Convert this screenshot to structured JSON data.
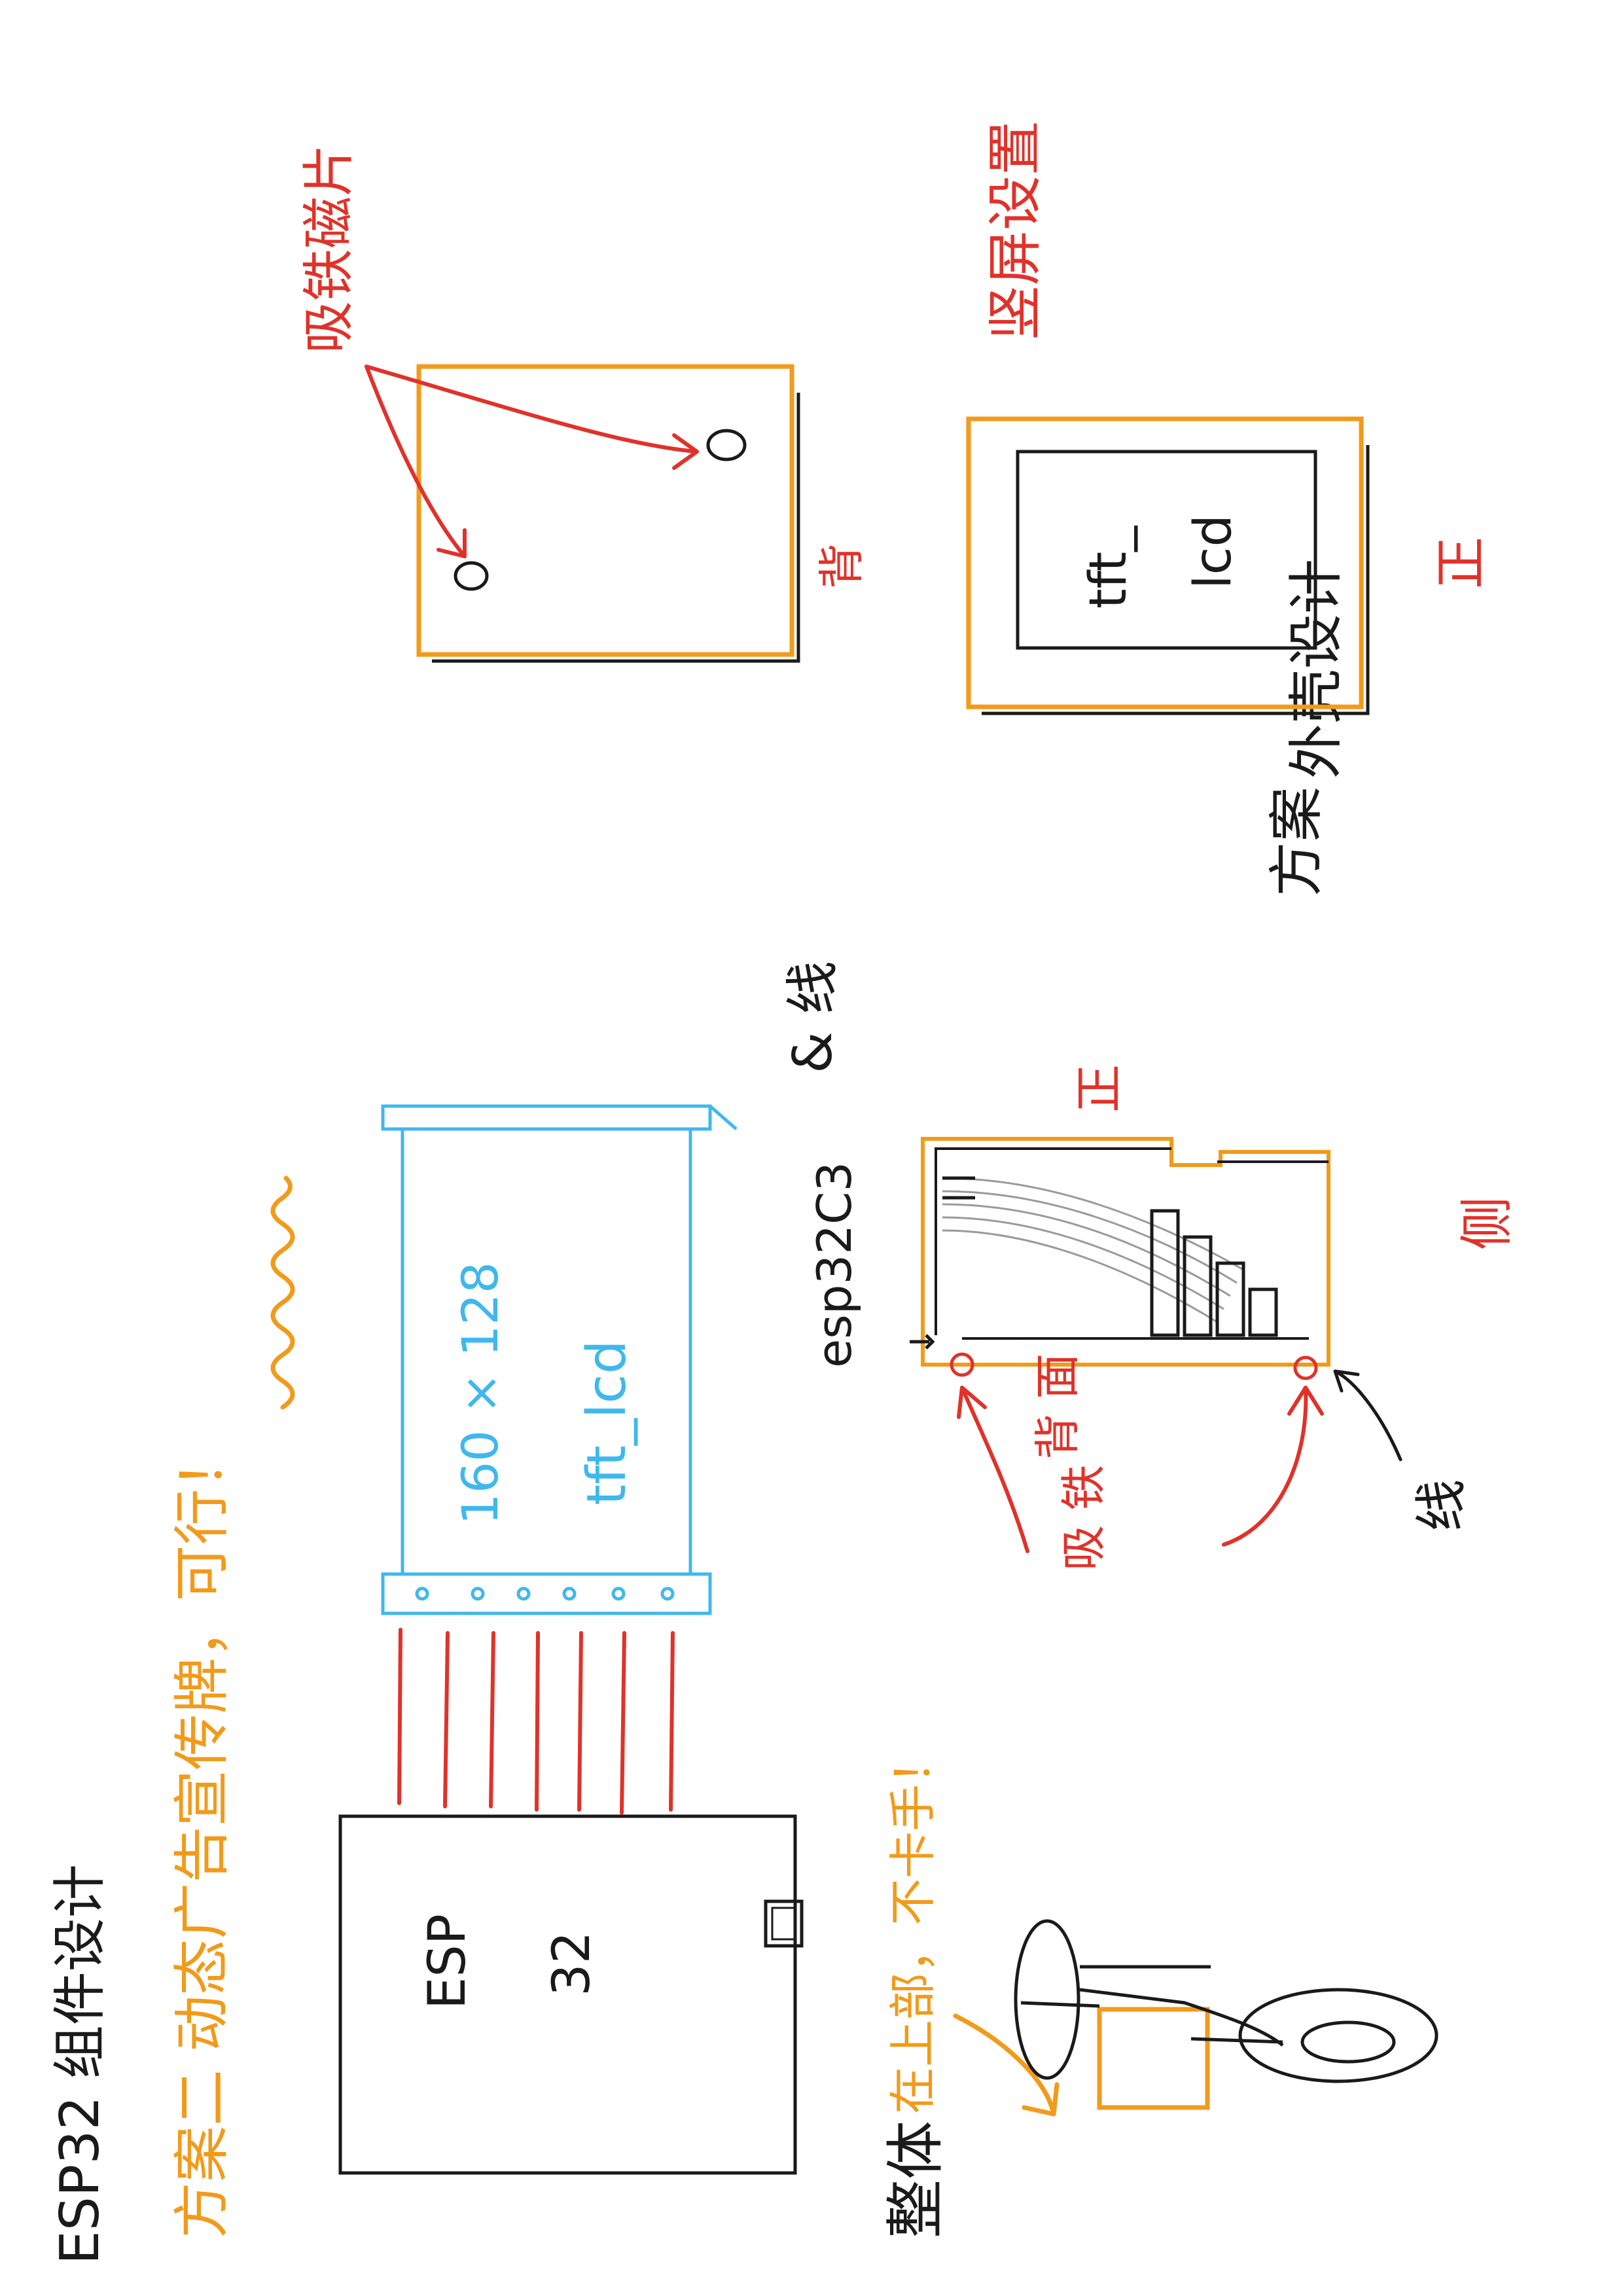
{
  "colors": {
    "ink": "#1a1a1a",
    "orange": "#f29a1a",
    "red": "#e0322a",
    "blue": "#3fb8ec",
    "gray": "#9a9a9a"
  },
  "header": {
    "title": "ESP32 组件设计",
    "plan_note": "方案二 动态广告宣传牌，可行！"
  },
  "assembly": {
    "esp_board_label_1": "ESP",
    "esp_board_label_2": "32",
    "lcd_resolution": "160 × 128",
    "lcd_name": "tft_lcd"
  },
  "overall": {
    "label": "整体",
    "note": "在上部，不卡手！"
  },
  "side_view": {
    "top_label": "& 线",
    "chip_label": "esp32C3",
    "face_label": "正",
    "view_label": "侧",
    "magnet_label": "背 面",
    "magnet_label_2": "吸 铁",
    "wire_label": "线"
  },
  "enclosure": {
    "title": "外壳设计",
    "plan": "方案",
    "back_label": "背",
    "magnet_note": "吸铁磁片",
    "screen_text_1": "tft_",
    "screen_text_2": "lcd",
    "front_label": "正",
    "screen_note": "竖屏设置"
  }
}
